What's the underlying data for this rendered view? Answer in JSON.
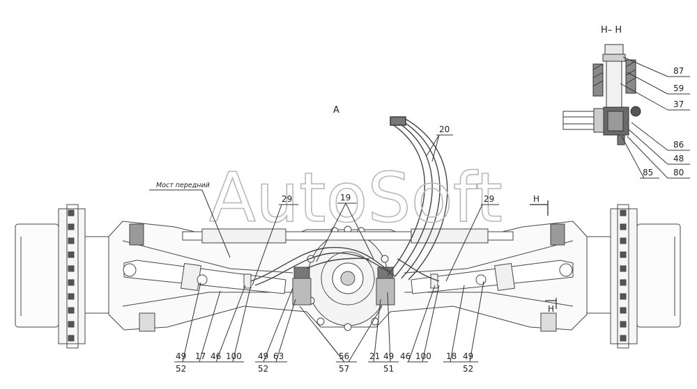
{
  "view_label": "A",
  "section_title": "H– H",
  "section_mark": "H",
  "axle_label": "Мост передний",
  "watermark": "AutoSoft",
  "callouts_top": [
    "29",
    "19",
    "20",
    "29"
  ],
  "callouts_bottom_row1": [
    "49",
    "17",
    "46",
    "100",
    "49",
    "63",
    "56",
    "21",
    "49",
    "46",
    "100",
    "18",
    "49"
  ],
  "callouts_bottom_row2": [
    "52",
    "52",
    "57",
    "51",
    "52"
  ],
  "section_callouts": [
    "87",
    "59",
    "37",
    "86",
    "48",
    "85",
    "80"
  ]
}
